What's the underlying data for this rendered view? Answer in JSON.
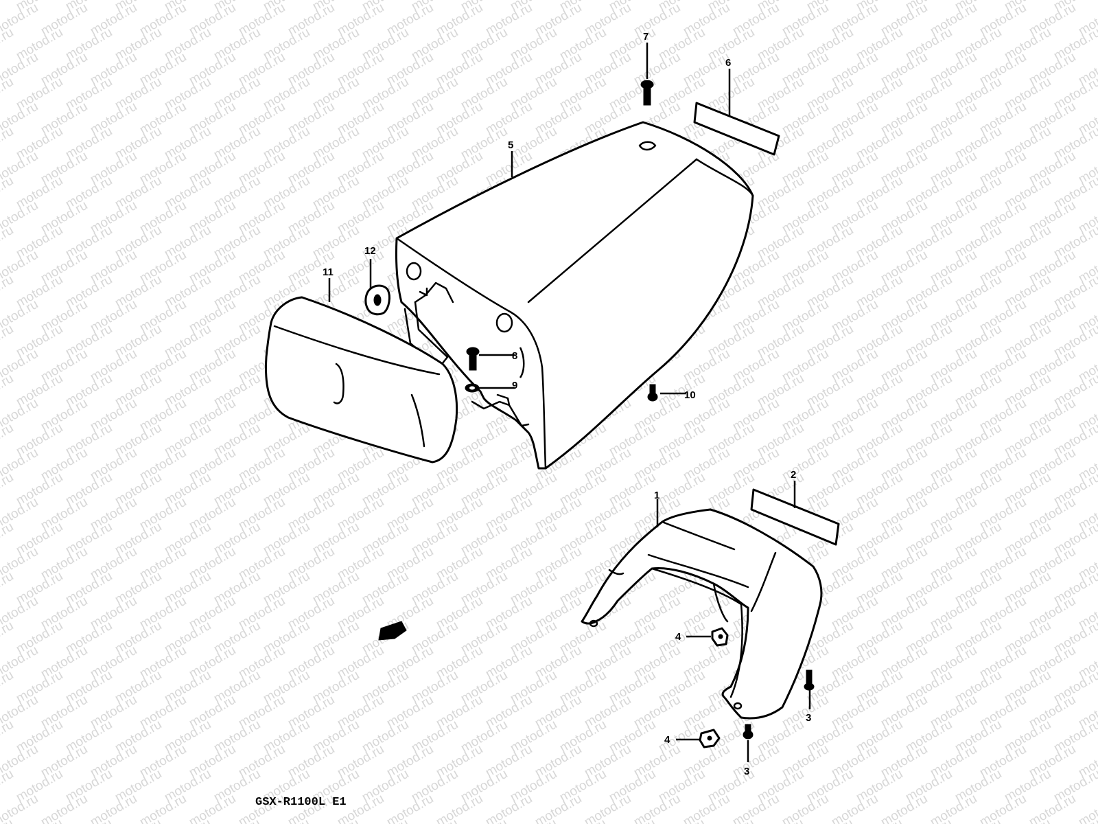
{
  "diagram": {
    "watermark": "motod.ru",
    "model_label": "GSX-R1100L E1",
    "parts": [
      {
        "id": "1",
        "label": "1"
      },
      {
        "id": "2",
        "label": "2"
      },
      {
        "id": "3",
        "label": "3"
      },
      {
        "id": "4",
        "label": "4"
      },
      {
        "id": "5",
        "label": "5"
      },
      {
        "id": "6",
        "label": "6"
      },
      {
        "id": "7",
        "label": "7"
      },
      {
        "id": "8",
        "label": "8"
      },
      {
        "id": "9",
        "label": "9"
      },
      {
        "id": "10",
        "label": "10"
      },
      {
        "id": "11",
        "label": "11"
      },
      {
        "id": "12",
        "label": "12"
      }
    ]
  }
}
